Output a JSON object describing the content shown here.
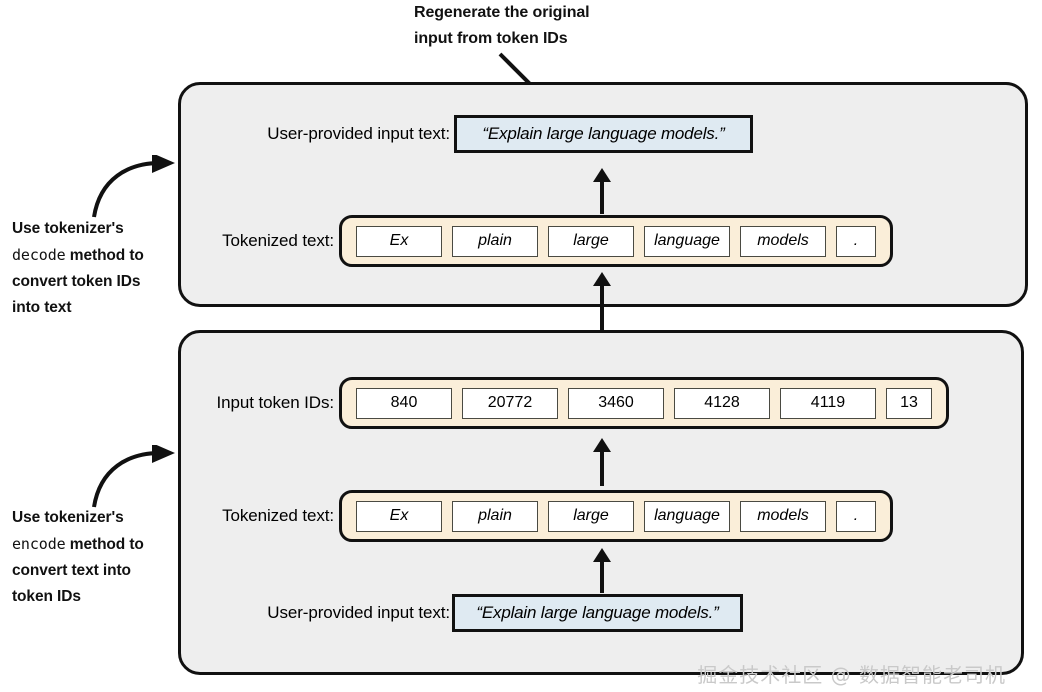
{
  "diagram": {
    "title_annotation": {
      "line1": "Regenerate the original",
      "line2": "input from token IDs"
    },
    "callouts": [
      {
        "id": "decode-callout",
        "line1": "Use tokenizer's",
        "mono": "decode",
        "line2_rest": " method to",
        "line3": "convert token IDs",
        "line4": "into text"
      },
      {
        "id": "encode-callout",
        "line1": "Use tokenizer's",
        "mono": "encode",
        "line2_rest": " method to",
        "line3": "convert text into",
        "line4": "token IDs"
      }
    ],
    "panels": [
      {
        "id": "decode-panel",
        "rows": [
          {
            "label": "User-provided input text:",
            "type": "text",
            "value": "“Explain large language models.”"
          },
          {
            "label": "Tokenized text:",
            "type": "tokens",
            "tokens": [
              "Ex",
              "plain",
              "large",
              "language",
              "models",
              "."
            ]
          }
        ]
      },
      {
        "id": "encode-panel",
        "rows": [
          {
            "label": "Input token IDs:",
            "type": "ids",
            "tokens": [
              "840",
              "20772",
              "3460",
              "4128",
              "4119",
              "13"
            ]
          },
          {
            "label": "Tokenized text:",
            "type": "tokens",
            "tokens": [
              "Ex",
              "plain",
              "large",
              "language",
              "models",
              "."
            ]
          },
          {
            "label": "User-provided input text:",
            "type": "text",
            "value": "“Explain large language models.”"
          }
        ]
      }
    ],
    "watermark": "掘金技术社区 @ 数据智能老司机",
    "colors": {
      "panel_bg": "#eeeeee",
      "token_strip_bg": "#faeed9",
      "text_box_bg": "#dfeaf2",
      "stroke": "#111111",
      "watermark": "#c9c9c9"
    }
  }
}
